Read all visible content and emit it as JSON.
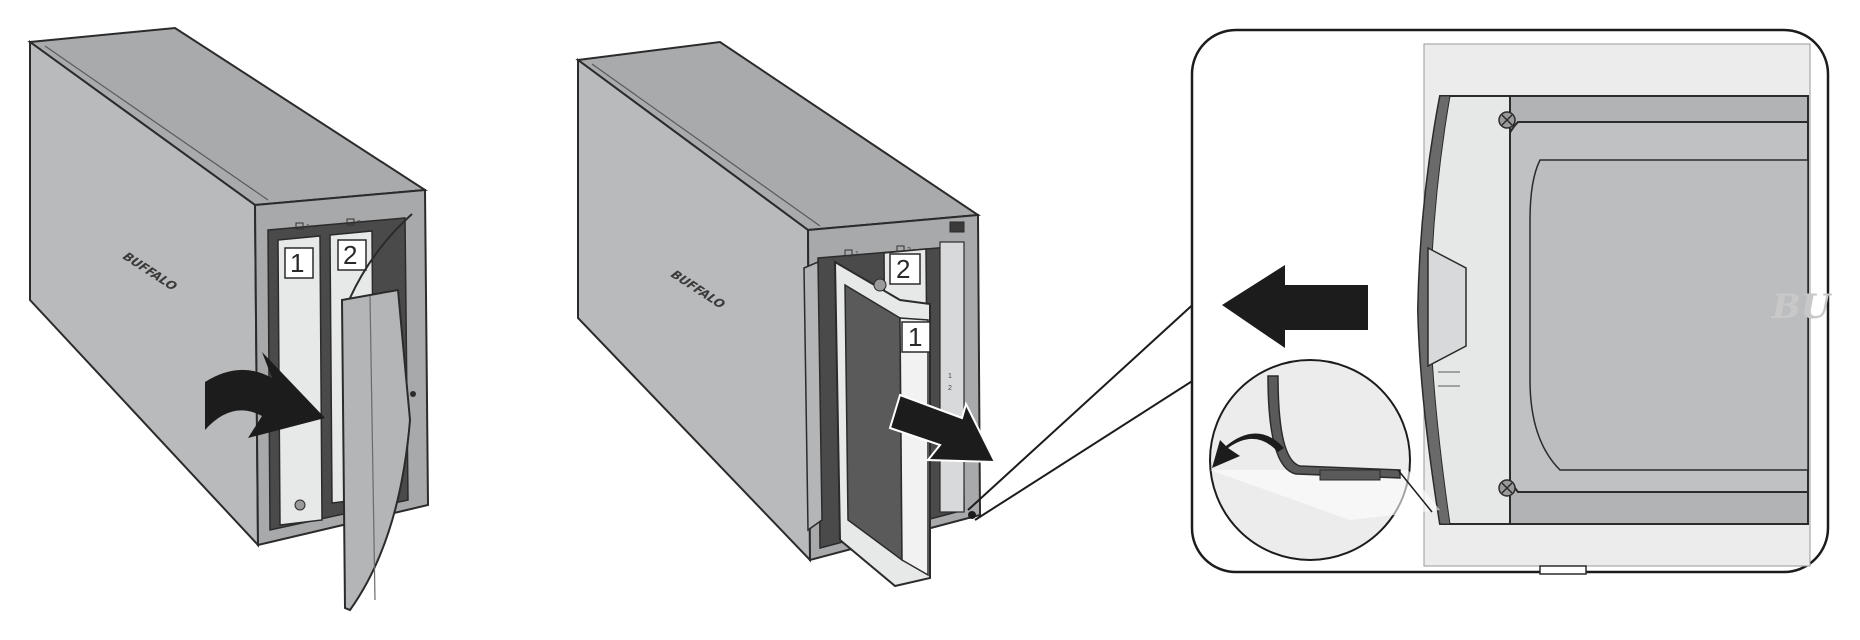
{
  "brand_label": "BUFFALO",
  "step1": {
    "bay_labels": [
      "1",
      "2"
    ],
    "led_labels": [
      "1",
      "2"
    ]
  },
  "step2": {
    "bay_labels": [
      "2",
      "1"
    ],
    "led_labels": [
      "1",
      "2"
    ],
    "side_labels": [
      "1",
      "2"
    ]
  },
  "detail": {
    "watermark": "BU"
  },
  "colors": {
    "body": "#b9babc",
    "body_dark": "#9c9d9f",
    "outline": "#2b2b2b",
    "tray": "#e7e8e8",
    "arrow": "#1c1c1c"
  }
}
